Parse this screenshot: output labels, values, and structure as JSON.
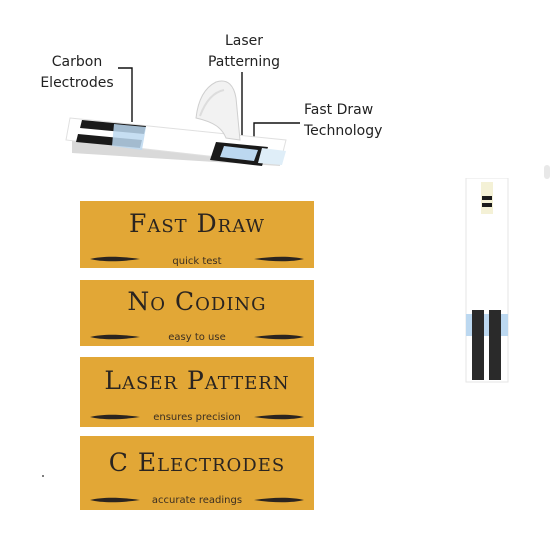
{
  "callouts": {
    "carbon": [
      "Carbon",
      "Electrodes"
    ],
    "laser": [
      "Laser",
      "Patterning"
    ],
    "fastdraw": [
      "Fast Draw",
      "Technology"
    ]
  },
  "cards": [
    {
      "title": "Fast Draw",
      "subtitle": "quick test"
    },
    {
      "title": "No Coding",
      "subtitle": "easy to use"
    },
    {
      "title": "Laser Pattern",
      "subtitle": "ensures precision"
    },
    {
      "title": "C Electrodes",
      "subtitle": "accurate readings"
    }
  ],
  "colors": {
    "card_background": "#e2a736",
    "card_text": "#2a2420",
    "electrode_black": "#1a1a1a",
    "electrode_blue": "#bcd8f0"
  }
}
